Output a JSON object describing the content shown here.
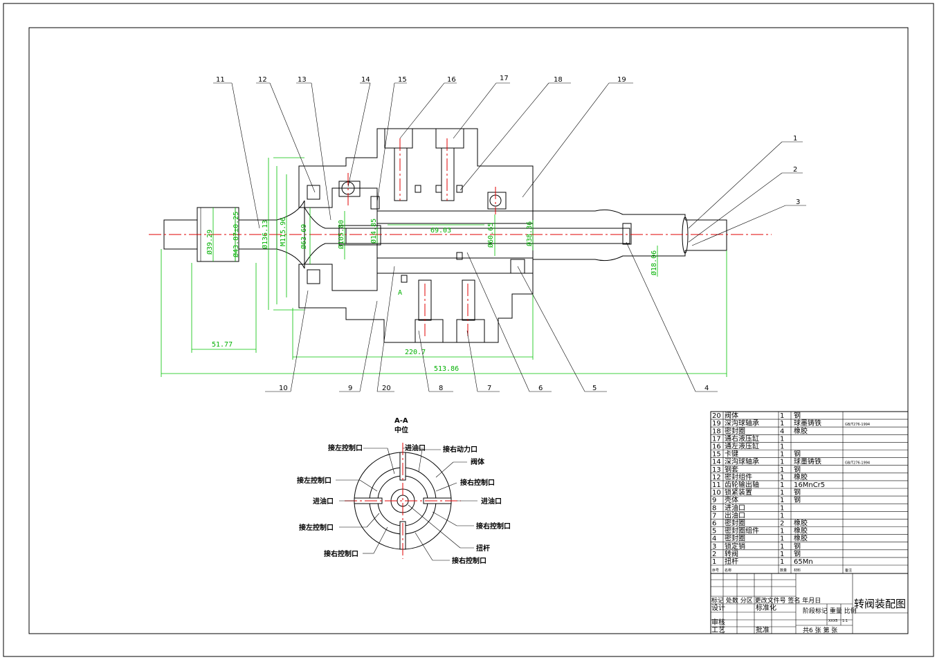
{
  "drawing": {
    "main_view": {
      "leader_labels_top": [
        "11",
        "12",
        "13",
        "14",
        "15",
        "16",
        "17",
        "18",
        "19",
        "1",
        "2",
        "3"
      ],
      "leader_labels_bottom": [
        "10",
        "9",
        "20",
        "8",
        "7",
        "6",
        "5",
        "4"
      ],
      "dimensions": {
        "d1": "Ø39.29",
        "d2": "Ø43.87±0.25",
        "d3": "Ø136.13",
        "d4": "M115.96",
        "d5": "Ø63.69",
        "d6": "Ø105.80",
        "d7": "Ø14.85",
        "d8": "69.03",
        "d9": "Ø60.65",
        "d10": "Ø38.36",
        "d11": "Ø18.06",
        "len1": "51.77",
        "len2": "220.7",
        "len3": "513.86"
      },
      "section_mark": "A"
    },
    "section_view": {
      "title": "A-A",
      "subtitle": "中位",
      "labels": {
        "l1": "接左控制口",
        "l2": "进油口",
        "l3": "接右动力口",
        "l4": "阀体",
        "l5": "接右控制口",
        "l6": "接右控制口",
        "l7": "进油口",
        "l8": "进油口",
        "l9": "接右控制口",
        "l10": "接左控制口",
        "l11": "扭杆",
        "l12": "接右控制口",
        "l13": "接左控制口"
      }
    }
  },
  "parts_list": {
    "rows": [
      {
        "no": "20",
        "name": "阀体",
        "qty": "1",
        "material": "钢",
        "note": ""
      },
      {
        "no": "19",
        "name": "深沟球轴承",
        "qty": "1",
        "material": "球墨铸铁",
        "note": "GB/T276-1994"
      },
      {
        "no": "18",
        "name": "密封圈",
        "qty": "4",
        "material": "橡胶",
        "note": ""
      },
      {
        "no": "17",
        "name": "通右液压缸",
        "qty": "1",
        "material": "",
        "note": ""
      },
      {
        "no": "16",
        "name": "通左液压缸",
        "qty": "1",
        "material": "",
        "note": ""
      },
      {
        "no": "15",
        "name": "卡键",
        "qty": "1",
        "material": "钢",
        "note": ""
      },
      {
        "no": "14",
        "name": "深沟球轴承",
        "qty": "1",
        "material": "球墨铸铁",
        "note": "GB/T276-1994"
      },
      {
        "no": "13",
        "name": "钢套",
        "qty": "1",
        "material": "钢",
        "note": ""
      },
      {
        "no": "12",
        "name": "密封组件",
        "qty": "1",
        "material": "橡胶",
        "note": ""
      },
      {
        "no": "11",
        "name": "齿轮输出轴",
        "qty": "1",
        "material": "16MnCr5",
        "note": ""
      },
      {
        "no": "10",
        "name": "锁紧装置",
        "qty": "1",
        "material": "钢",
        "note": ""
      },
      {
        "no": "9",
        "name": "壳体",
        "qty": "1",
        "material": "钢",
        "note": ""
      },
      {
        "no": "8",
        "name": "进油口",
        "qty": "1",
        "material": "",
        "note": ""
      },
      {
        "no": "7",
        "name": "出油口",
        "qty": "1",
        "material": "",
        "note": ""
      },
      {
        "no": "6",
        "name": "密封圈",
        "qty": "2",
        "material": "橡胶",
        "note": ""
      },
      {
        "no": "5",
        "name": "密封圈组件",
        "qty": "1",
        "material": "橡胶",
        "note": ""
      },
      {
        "no": "4",
        "name": "密封圈",
        "qty": "1",
        "material": "橡胶",
        "note": ""
      },
      {
        "no": "3",
        "name": "锁定销",
        "qty": "1",
        "material": "钢",
        "note": ""
      },
      {
        "no": "2",
        "name": "转阀",
        "qty": "1",
        "material": "钢",
        "note": ""
      },
      {
        "no": "1",
        "name": "扭杆",
        "qty": "1",
        "material": "65Mn",
        "note": ""
      }
    ],
    "header": {
      "no": "序号",
      "name": "名称",
      "qty": "数量",
      "material": "材料",
      "note": "备注"
    }
  },
  "title_block": {
    "revision_row": "标记 处数 分区 更改文件号 签名 年月日",
    "design": "设计",
    "standardize": "标准化",
    "stage_row": "阶段标记 重量 比例",
    "weight_code": "XXX5",
    "scale": "1:1",
    "review": "审核",
    "process": "工艺",
    "approve": "批准",
    "sheets": "共6 张 第 张",
    "drawing_title": "转阀装配图"
  },
  "colors": {
    "hatch": "#00e0e0",
    "dimension": "#00c000",
    "centerline": "#e00000"
  }
}
